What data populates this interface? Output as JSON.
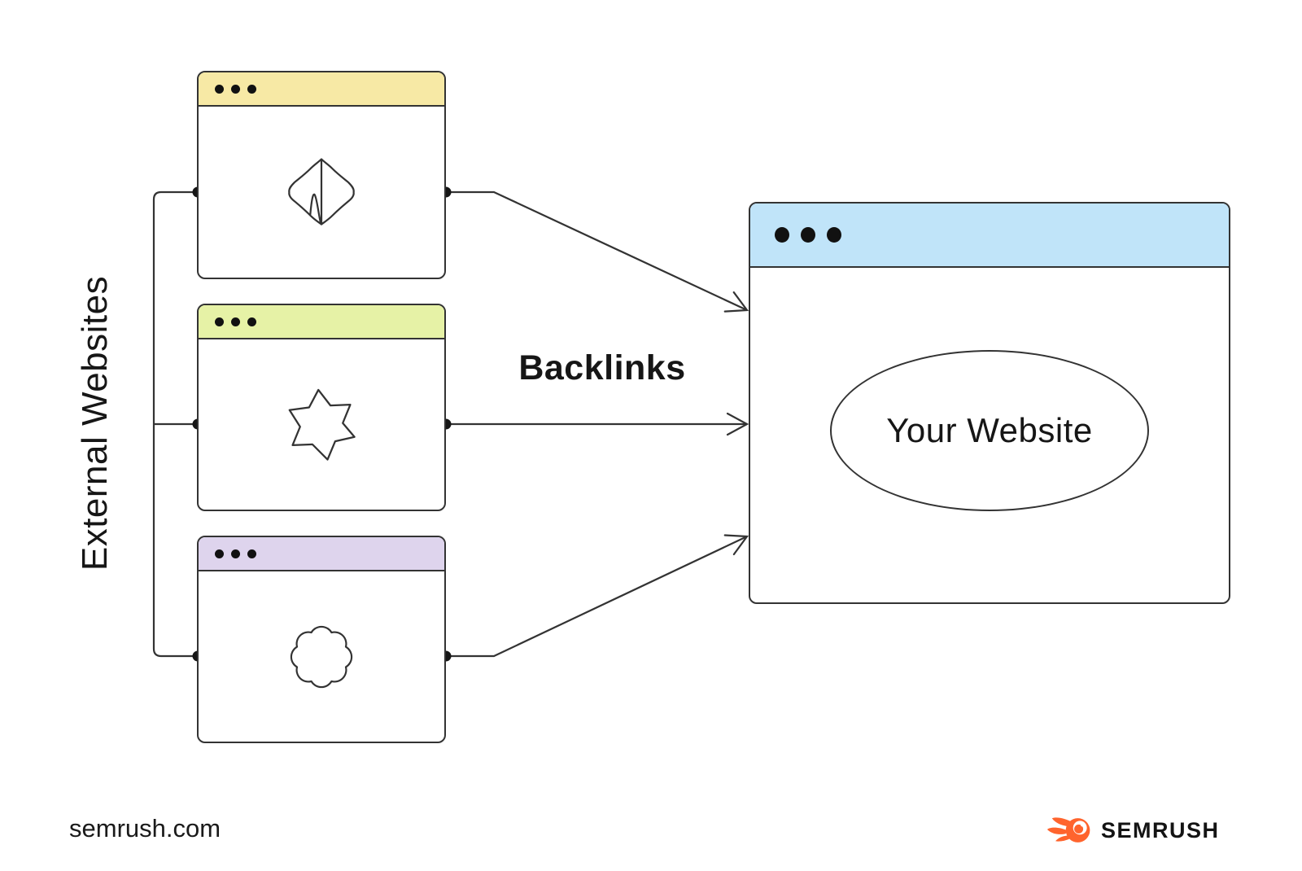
{
  "page": {
    "background": "#FFFFFF"
  },
  "diagram": {
    "left_label": "External Websites",
    "backlinks_label": "Backlinks",
    "external_windows": [
      {
        "name": "external-window-1",
        "header_color": "#F7E9A5",
        "blob_icon": "rounded-diamond-blob"
      },
      {
        "name": "external-window-2",
        "header_color": "#E6F2A6",
        "blob_icon": "organic-star-blob"
      },
      {
        "name": "external-window-3",
        "header_color": "#DED4ED",
        "blob_icon": "flower-scallop-blob"
      }
    ],
    "main_window": {
      "name": "your-website-window",
      "header_color": "#C0E4F9",
      "ellipse_label": "Your Website"
    },
    "line_color": "#333333",
    "dot_color": "#161616"
  },
  "footer": {
    "site_label": "semrush.com",
    "brand_label": "SEMRUSH",
    "brand_color": "#FF642D",
    "brand_text_color": "#141414"
  }
}
